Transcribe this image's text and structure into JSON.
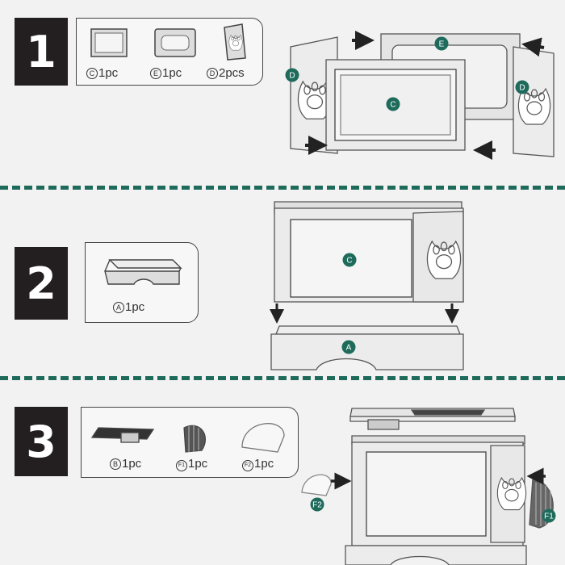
{
  "steps": [
    {
      "number": "1",
      "parts": [
        {
          "letter": "C",
          "qty": "1pc"
        },
        {
          "letter": "E",
          "qty": "1pc"
        },
        {
          "letter": "D",
          "qty": "2pcs"
        }
      ],
      "assembly_labels": [
        "E",
        "D",
        "C",
        "D"
      ]
    },
    {
      "number": "2",
      "parts": [
        {
          "letter": "A",
          "qty": "1pc"
        }
      ],
      "assembly_labels": [
        "C",
        "A"
      ]
    },
    {
      "number": "3",
      "parts": [
        {
          "letter": "B",
          "qty": "1pc"
        },
        {
          "letter": "F1",
          "qty": "1pc"
        },
        {
          "letter": "F2",
          "qty": "1pc"
        }
      ],
      "assembly_labels": [
        "F2",
        "F1"
      ]
    }
  ],
  "colors": {
    "accent": "#1e6b5c",
    "badge_bg": "#231f20",
    "arrow": "#222222"
  }
}
